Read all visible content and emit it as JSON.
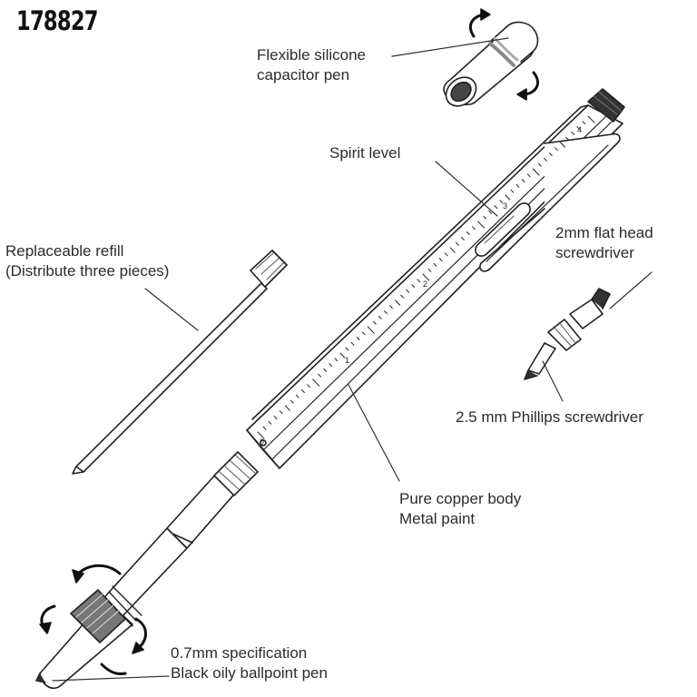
{
  "product_code": "178827",
  "labels": {
    "capacitor_pen": [
      "Flexible silicone",
      "capacitor pen"
    ],
    "spirit_level": "Spirit level",
    "refill": [
      "Replaceable refill",
      "(Distribute three pieces)"
    ],
    "flat_head": [
      "2mm flat head",
      "screwdriver"
    ],
    "phillips": "2.5 mm Phillips screwdriver",
    "body": [
      "Pure copper body",
      "Metal paint"
    ],
    "ballpoint": [
      "0.7mm specification",
      "Black oily ballpoint pen"
    ]
  },
  "ruler": {
    "major_labels": [
      "0",
      "1",
      "2",
      "3",
      "4"
    ]
  },
  "colors": {
    "line": "#222222",
    "text": "#2b2b2b"
  }
}
